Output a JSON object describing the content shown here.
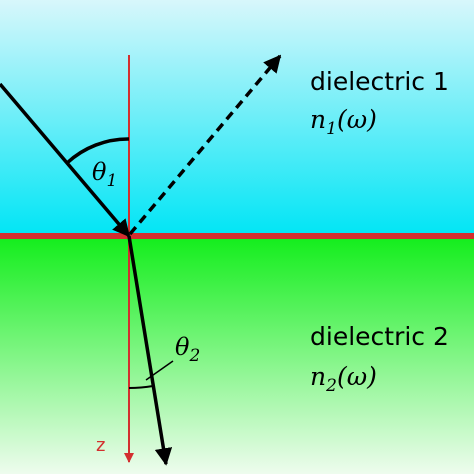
{
  "media1": {
    "name": "dielectric 1",
    "index_symbol": "n",
    "index_subscript": "1",
    "index_arg": "(ω)"
  },
  "media2": {
    "name": "dielectric 2",
    "index_symbol": "n",
    "index_subscript": "2",
    "index_arg": "(ω)"
  },
  "angles": {
    "theta1_symbol": "θ",
    "theta1_subscript": "1",
    "theta2_symbol": "θ",
    "theta2_subscript": "2"
  },
  "axis": {
    "label": "z"
  },
  "colors": {
    "medium1_top": "#d8f7fb",
    "medium1_bottom": "#00e5f5",
    "medium2_top": "#12ee1b",
    "medium2_bottom": "#eefcee",
    "interface": "#d32f2f",
    "normal_axis": "#d32f2f",
    "rays": "#000000"
  }
}
